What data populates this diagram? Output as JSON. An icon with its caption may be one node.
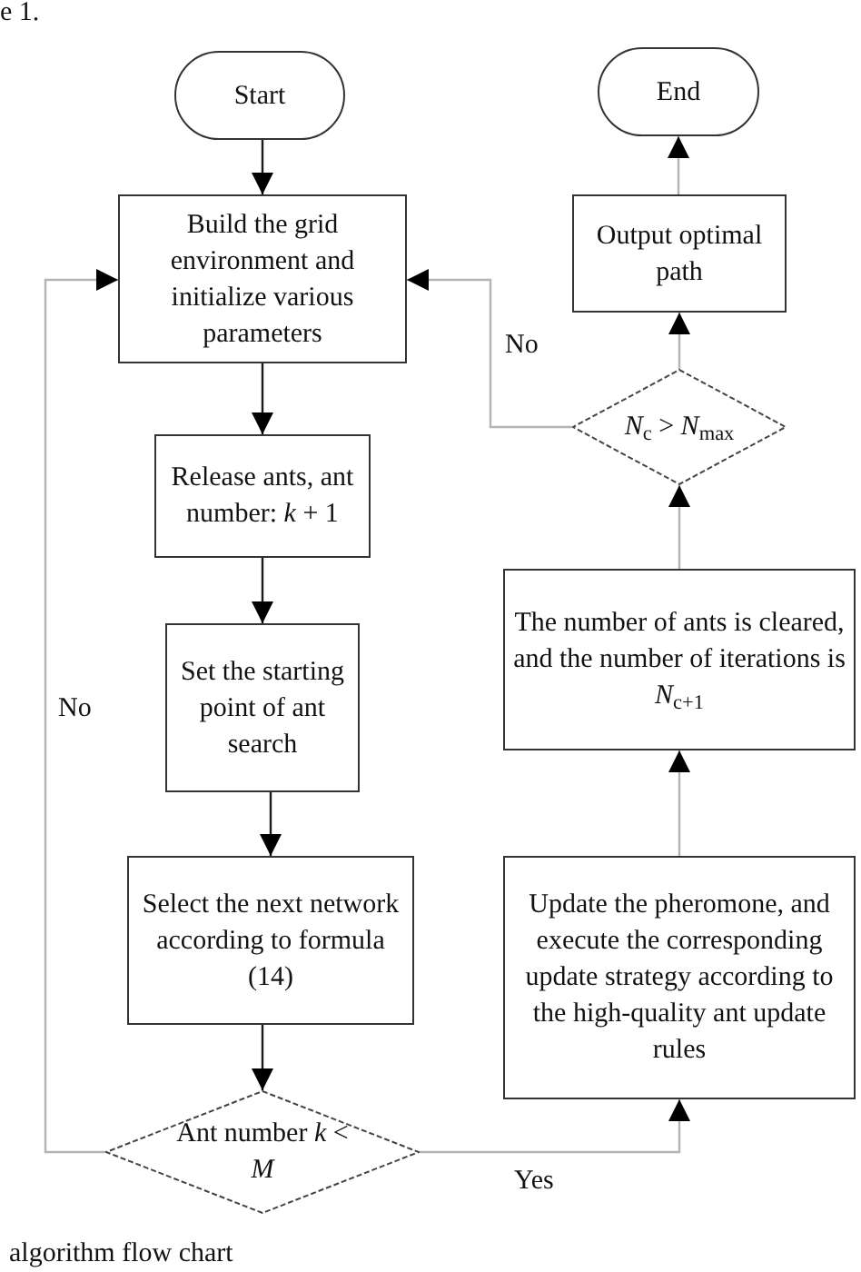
{
  "diagram": {
    "caption": "algorithm flow chart",
    "nodes": [
      {
        "text": [
          "Start"
        ]
      },
      {
        "text": [
          "End"
        ]
      },
      {
        "text": [
          "Build the grid environment and initialize various parameters"
        ]
      },
      {
        "text": [
          "Output optimal path"
        ]
      },
      {
        "text": [
          "*N*$_{c}$ > *N*$_{max}$"
        ]
      },
      {
        "text": [
          "Release ants, ant number: *k* + 1"
        ]
      },
      {
        "text": [
          "The number of ants is cleared, and the number of iterations is *N*$_{c+1}$"
        ]
      },
      {
        "text": [
          "Set the starting point of ant search"
        ]
      },
      {
        "text": [
          "Select the next network according to formula (14)"
        ]
      },
      {
        "text": [
          "Update the pheromone, and execute the corresponding update strategy according to the high-quality ant update rules"
        ]
      },
      {
        "text": [
          "Ant number *k* < *M*"
        ]
      }
    ],
    "edges": [
      {
        "from": 0,
        "to": 2,
        "arrow": "to",
        "color": "#1a1a1a"
      },
      {
        "from": 2,
        "to": 5,
        "arrow": "to",
        "color": "#1a1a1a"
      },
      {
        "from": 5,
        "to": 7,
        "arrow": "to",
        "color": "#1a1a1a"
      },
      {
        "from": 7,
        "to": 8,
        "arrow": "to",
        "color": "#1a1a1a"
      },
      {
        "from": 8,
        "to": 10,
        "arrow": "to",
        "color": "#1a1a1a"
      },
      {
        "from": 10,
        "to": 2,
        "arrow": "to",
        "label": "No"
      },
      {
        "from": 10,
        "to": 9,
        "arrow": "to",
        "label": "Yes"
      },
      {
        "from": 9,
        "to": 6,
        "arrow": "to"
      },
      {
        "from": 6,
        "to": 4,
        "arrow": "to"
      },
      {
        "from": 4,
        "to": 3,
        "arrow": "to"
      },
      {
        "from": 4,
        "to": 2,
        "arrow": "to",
        "label": "No"
      },
      {
        "from": 3,
        "to": 1,
        "arrow": "to"
      }
    ],
    "labels": [
      "e 1."
    ]
  }
}
